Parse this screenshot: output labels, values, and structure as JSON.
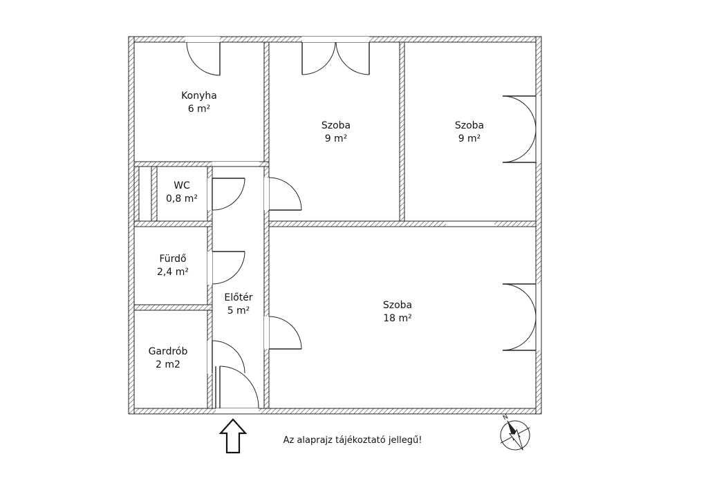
{
  "rooms": {
    "konyha": {
      "name": "Konyha",
      "area": "6 m²"
    },
    "szoba1": {
      "name": "Szoba",
      "area": "9 m²"
    },
    "szoba2": {
      "name": "Szoba",
      "area": "9 m²"
    },
    "wc": {
      "name": "WC",
      "area": "0,8 m²"
    },
    "furdo": {
      "name": "Fürdő",
      "area": "2,4 m²"
    },
    "eloter": {
      "name": "Előtér",
      "area": "5 m²"
    },
    "szoba3": {
      "name": "Szoba",
      "area": "18 m²"
    },
    "gardrob": {
      "name": "Gardrób",
      "area": "2 m2"
    }
  },
  "note": "Az alaprajz tájékoztató jellegű!",
  "compass_letter": "N",
  "colors": {
    "wall_line": "#222222",
    "hatch": "#444444",
    "background": "#ffffff"
  }
}
